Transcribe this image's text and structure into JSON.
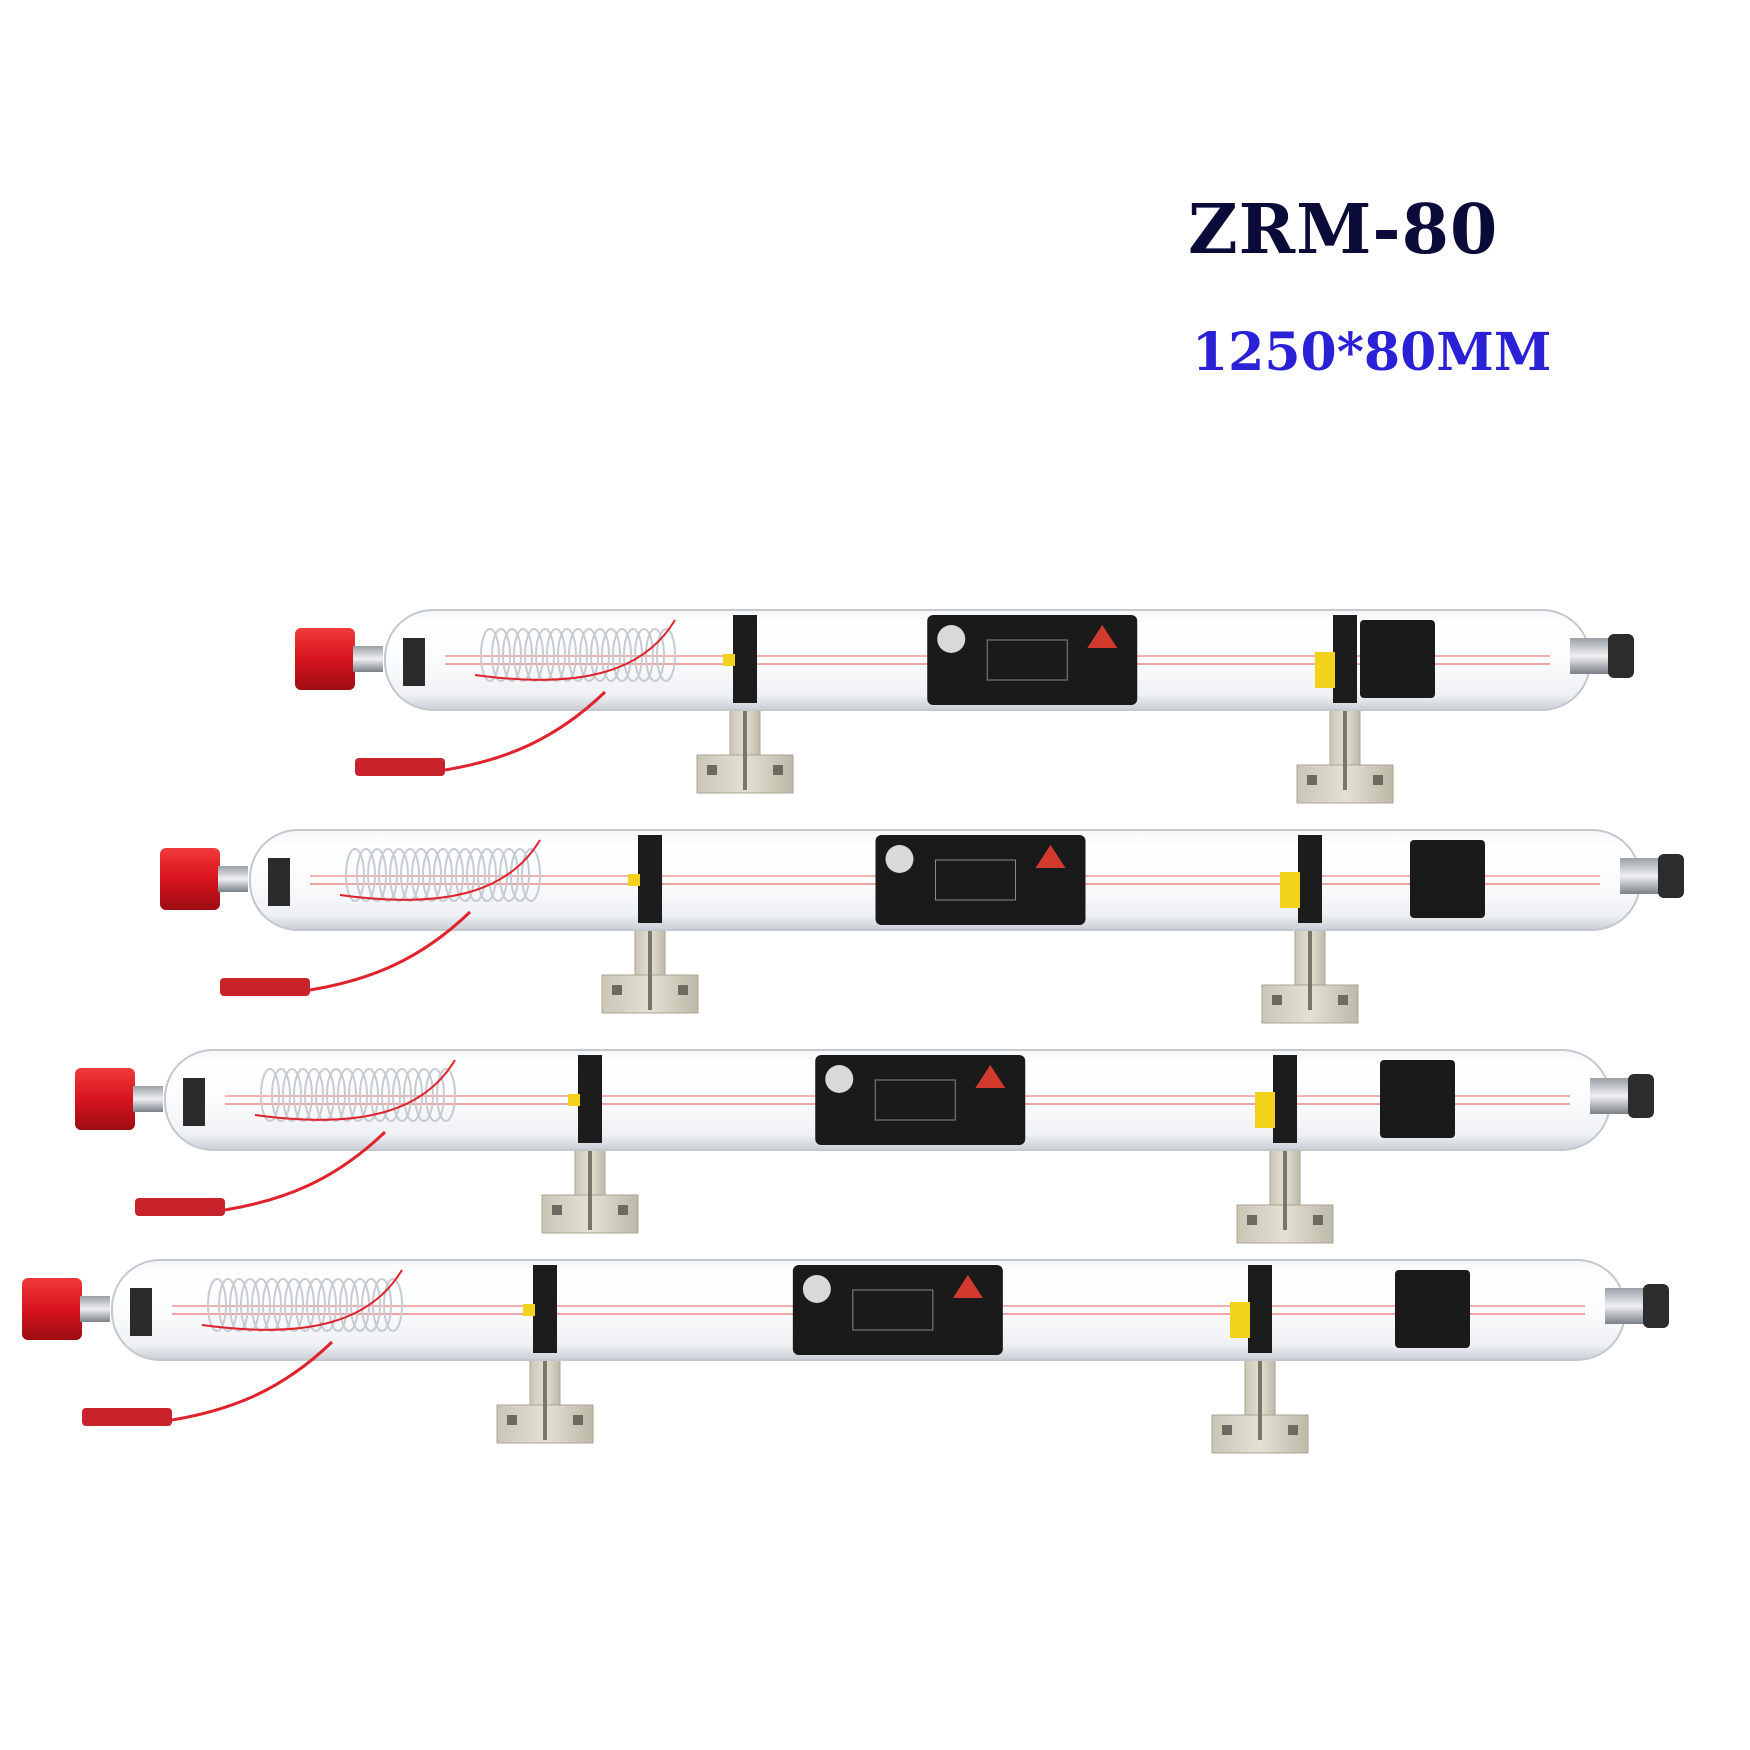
{
  "title": "ZRM-80",
  "subtitle": "1250*80MM",
  "colors": {
    "title": "#0b0b3a",
    "subtitle": "#2a20d6",
    "cap": "#d8141e",
    "wire": "#e0222b",
    "bracket": "#d9d6c8",
    "label": "#1a1a1a",
    "yellow_marker": "#f2d21a"
  },
  "tubes": [
    {
      "id": "tube-1"
    },
    {
      "id": "tube-2"
    },
    {
      "id": "tube-3"
    },
    {
      "id": "tube-4"
    }
  ]
}
